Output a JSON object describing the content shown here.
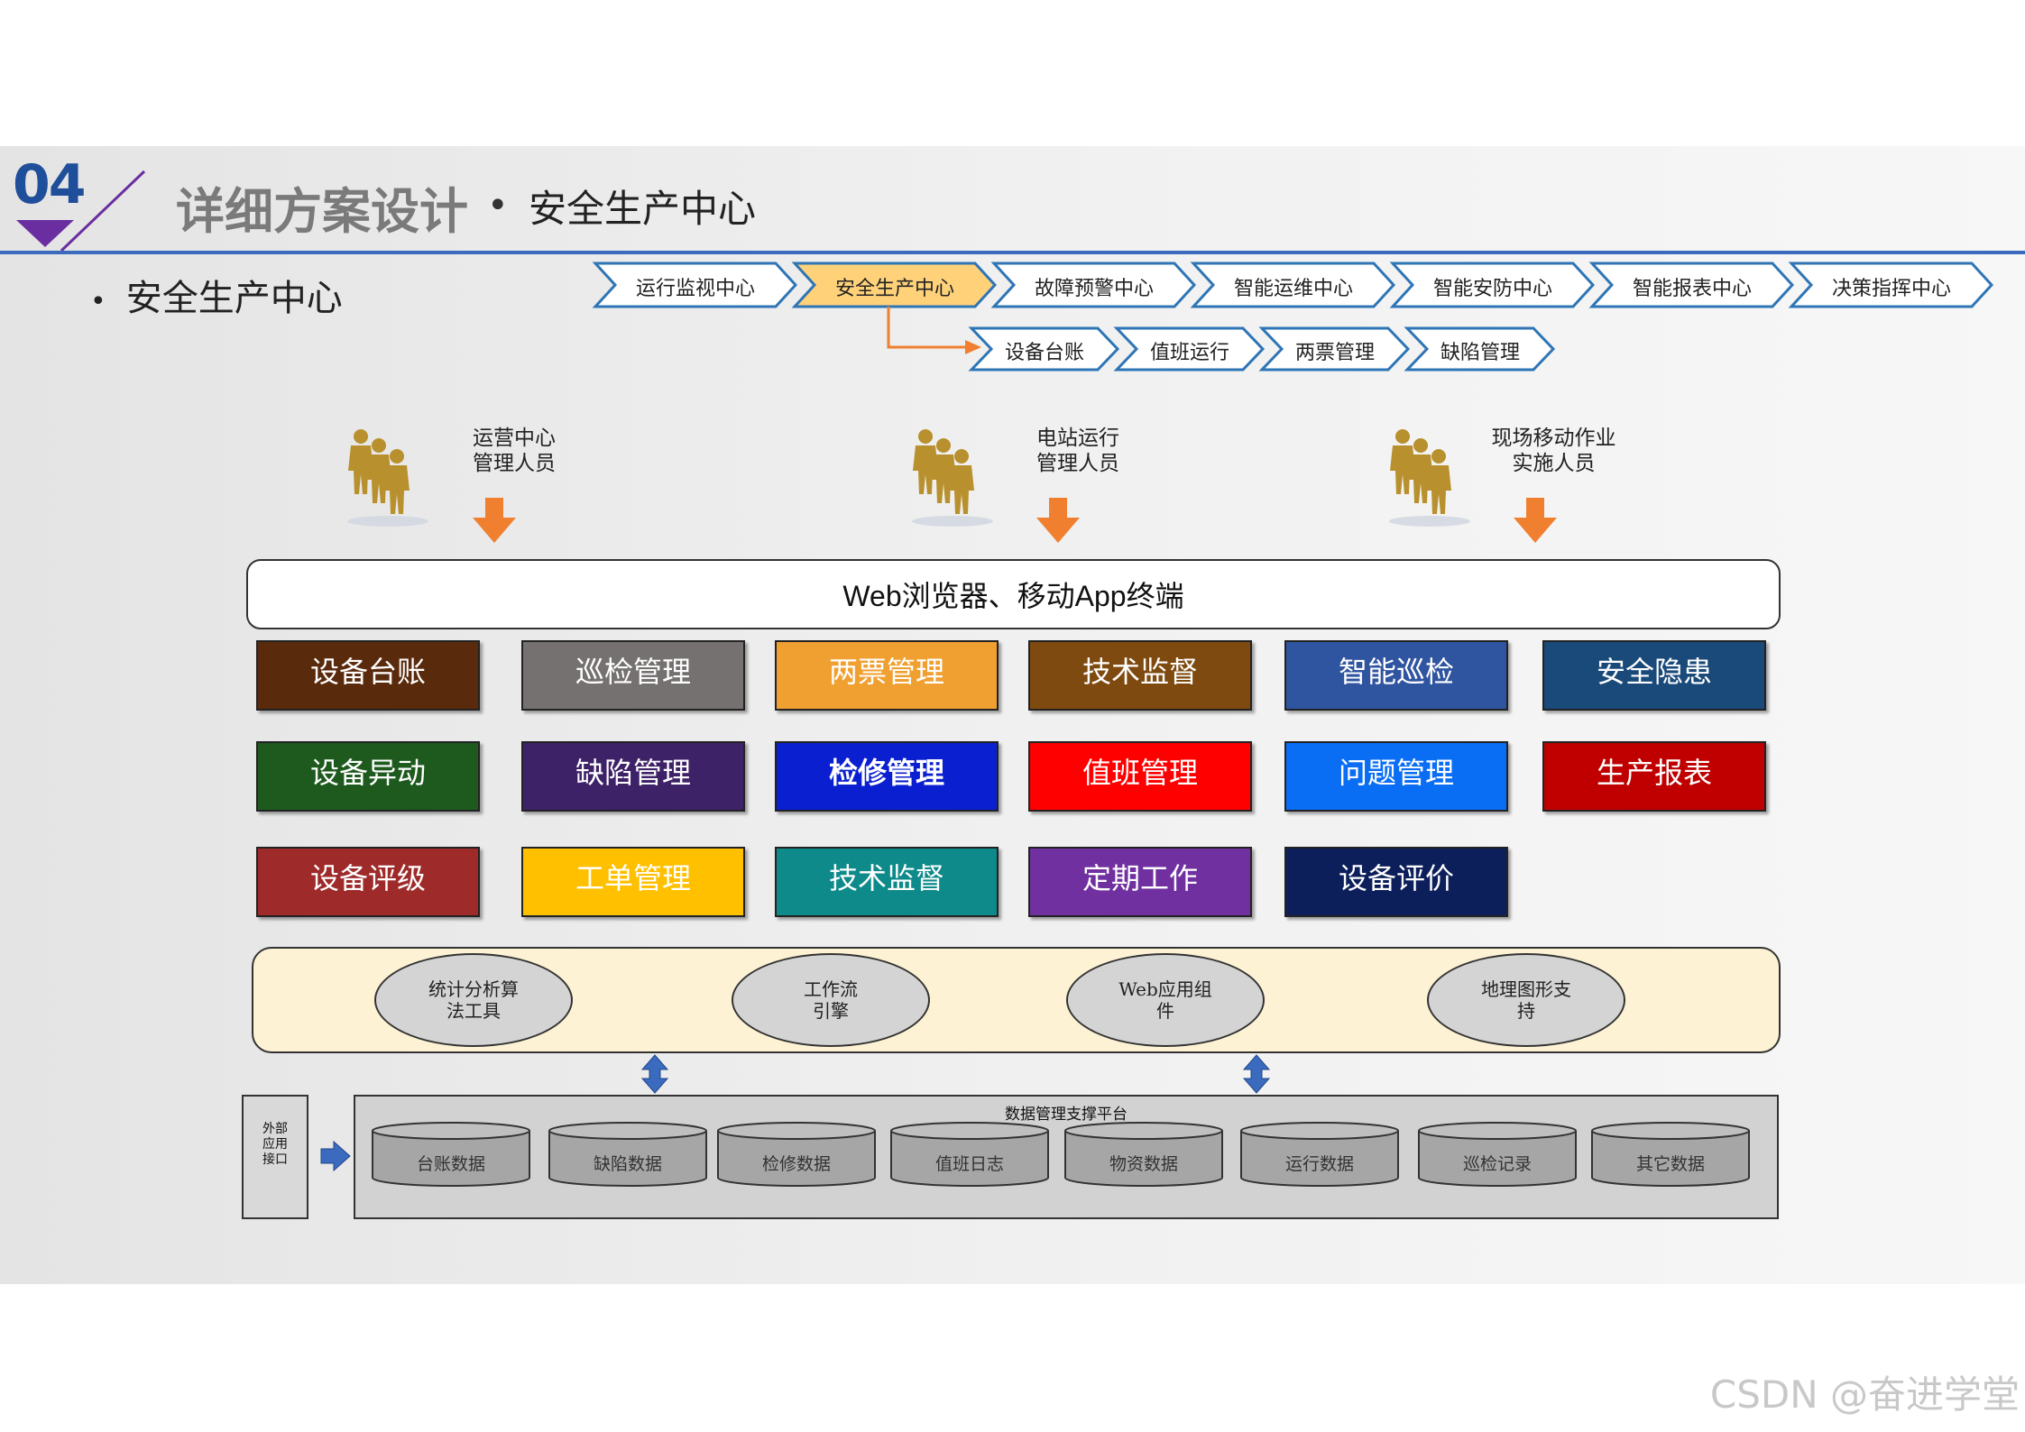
{
  "section_number": "04",
  "title": "详细方案设计",
  "subtitle": "安全生产中心",
  "bullet": "安全生产中心",
  "top_nav": [
    {
      "label": "运行监视中心",
      "active": false
    },
    {
      "label": "安全生产中心",
      "active": true
    },
    {
      "label": "故障预警中心",
      "active": false
    },
    {
      "label": "智能运维中心",
      "active": false
    },
    {
      "label": "智能安防中心",
      "active": false
    },
    {
      "label": "智能报表中心",
      "active": false
    },
    {
      "label": "决策指挥中心",
      "active": false
    }
  ],
  "sub_nav": [
    "设备台账",
    "值班运行",
    "两票管理",
    "缺陷管理"
  ],
  "roles": [
    {
      "line1": "运营中心",
      "line2": "管理人员"
    },
    {
      "line1": "电站运行",
      "line2": "管理人员"
    },
    {
      "line1": "现场移动作业",
      "line2": "实施人员"
    }
  ],
  "terminal": "Web浏览器、移动App终端",
  "modules": [
    [
      {
        "label": "设备台账",
        "color": "#5a2a0c"
      },
      {
        "label": "巡检管理",
        "color": "#767171"
      },
      {
        "label": "两票管理",
        "color": "#f0a030"
      },
      {
        "label": "技术监督",
        "color": "#7f4a10"
      },
      {
        "label": "智能巡检",
        "color": "#2f54a0"
      },
      {
        "label": "安全隐患",
        "color": "#1a4a7a"
      }
    ],
    [
      {
        "label": "设备异动",
        "color": "#1e5a1e"
      },
      {
        "label": "缺陷管理",
        "color": "#3e2268"
      },
      {
        "label": "检修管理",
        "color": "#0a1fd0",
        "bold": true
      },
      {
        "label": "值班管理",
        "color": "#ff0000"
      },
      {
        "label": "问题管理",
        "color": "#0a6ef5"
      },
      {
        "label": "生产报表",
        "color": "#c00000"
      }
    ],
    [
      {
        "label": "设备评级",
        "color": "#9e2a2a"
      },
      {
        "label": "工单管理",
        "color": "#ffc000"
      },
      {
        "label": "技术监督",
        "color": "#0e8a8a"
      },
      {
        "label": "定期工作",
        "color": "#7030a0"
      },
      {
        "label": "设备评价",
        "color": "#0c1f5a"
      }
    ]
  ],
  "tools": [
    {
      "line1": "统计分析算",
      "line2": "法工具"
    },
    {
      "line1": "工作流",
      "line2": "引擎"
    },
    {
      "line1": "Web应用组",
      "line2": "件"
    },
    {
      "line1": "地理图形支",
      "line2": "持"
    }
  ],
  "external": {
    "line1": "外部",
    "line2": "应用",
    "line3": "接口"
  },
  "platform_title": "数据管理支撑平台",
  "databases": [
    "台账数据",
    "缺陷数据",
    "检修数据",
    "值班日志",
    "物资数据",
    "运行数据",
    "巡检记录",
    "其它数据"
  ],
  "watermark": "CSDN @奋进学堂",
  "colors": {
    "accent_blue": "#1f4e9a",
    "arrow_orange": "#f08030",
    "chevron_border": "#2e75b6",
    "active_chevron": "#ffd27a"
  }
}
